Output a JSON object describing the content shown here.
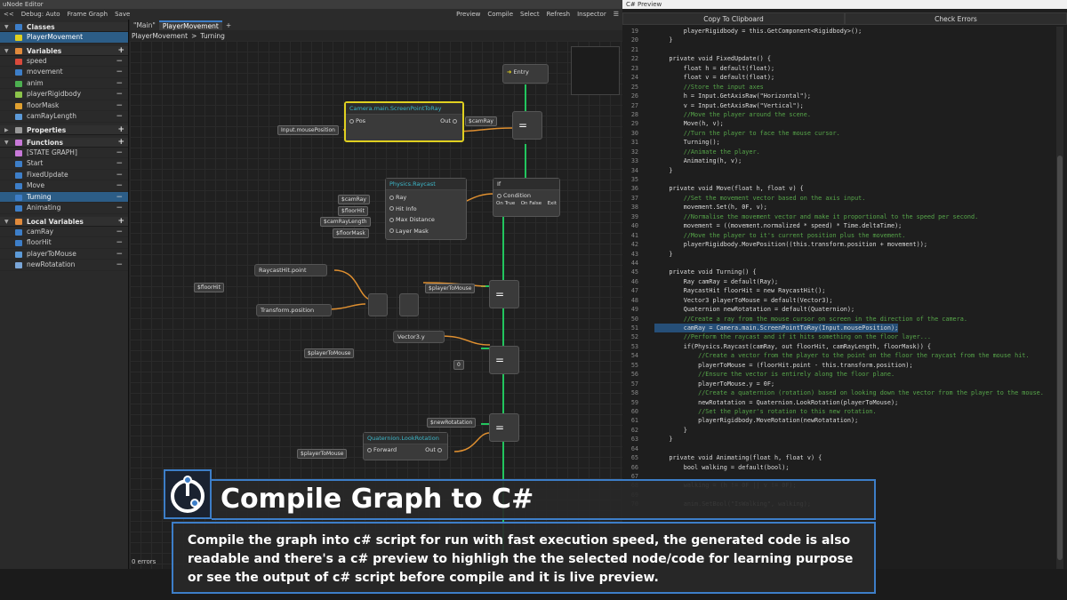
{
  "window": {
    "title": "uNode Editor"
  },
  "toolbar": {
    "collapse": "<<",
    "debug": "Debug: Auto",
    "frame_graph": "Frame Graph",
    "save": "Save",
    "preview": "Preview",
    "compile": "Compile",
    "select": "Select",
    "refresh": "Refresh",
    "inspector": "Inspector",
    "menu_icon": "hamburger-icon"
  },
  "sidebar": {
    "classes": {
      "label": "Classes",
      "items": [
        "PlayerMovement"
      ]
    },
    "variables": {
      "label": "Variables",
      "items": [
        "speed",
        "movement",
        "anim",
        "playerRigidbody",
        "floorMask",
        "camRayLength"
      ]
    },
    "properties": {
      "label": "Properties"
    },
    "functions": {
      "label": "Functions",
      "items": [
        "[STATE GRAPH]",
        "Start",
        "FixedUpdate",
        "Move",
        "Turning",
        "Animating"
      ]
    },
    "local_variables": {
      "label": "Local Variables",
      "items": [
        "camRay",
        "floorHit",
        "playerToMouse",
        "newRotatation"
      ]
    },
    "add": "+",
    "remove": "−"
  },
  "graph": {
    "tabs": [
      "\"Main\"",
      "PlayerMovement",
      "+"
    ],
    "breadcrumb": [
      "PlayerMovement",
      ">",
      "Turning"
    ],
    "errors": "0 errors",
    "nodes": {
      "entry": "Entry",
      "screen_point": "Camera.main.ScreenPointToRay",
      "pos": "Pos",
      "out": "Out",
      "mouse_pos": "Input.mousePosition",
      "camray_pill": "$camRay",
      "raycast": "Physics.Raycast",
      "ray": "Ray",
      "hit_info": "Hit Info",
      "max_distance": "Max Distance",
      "layer_mask": "Layer Mask",
      "raycast_in": [
        "$camRay",
        "$floorHit",
        "$camRayLength",
        "$floorMask"
      ],
      "if": "If",
      "condition": "Condition",
      "on_true": "On True",
      "on_false": "On False",
      "exit": "Exit",
      "raycast_point": "RaycastHit.point",
      "floorhit_pill": "$floorHit",
      "transform_pos": "Transform.position",
      "player_to_mouse": "$playerToMouse",
      "vector_y": "Vector3.y",
      "zero": "0",
      "new_rot": "$newRotatation",
      "look_rotation": "Quaternion.LookRotation",
      "forward": "Forward"
    }
  },
  "preview": {
    "title": "C# Preview",
    "copy": "Copy To Clipboard",
    "check": "Check Errors",
    "lines": [
      {
        "n": "19",
        "t": "        playerRigidbody = this.GetComponent<Rigidbody>();"
      },
      {
        "n": "20",
        "t": "    }"
      },
      {
        "n": "21",
        "t": ""
      },
      {
        "n": "22",
        "t": "    private void FixedUpdate() {"
      },
      {
        "n": "23",
        "t": "        float h = default(float);"
      },
      {
        "n": "24",
        "t": "        float v = default(float);"
      },
      {
        "n": "25",
        "t": "        //Store the input axes",
        "c": true
      },
      {
        "n": "26",
        "t": "        h = Input.GetAxisRaw(\"Horizontal\");"
      },
      {
        "n": "27",
        "t": "        v = Input.GetAxisRaw(\"Vertical\");"
      },
      {
        "n": "28",
        "t": "        //Move the player around the scene.",
        "c": true
      },
      {
        "n": "29",
        "t": "        Move(h, v);"
      },
      {
        "n": "30",
        "t": "        //Turn the player to face the mouse cursor.",
        "c": true
      },
      {
        "n": "31",
        "t": "        Turning();"
      },
      {
        "n": "32",
        "t": "        //Animate the player.",
        "c": true
      },
      {
        "n": "33",
        "t": "        Animating(h, v);"
      },
      {
        "n": "34",
        "t": "    }"
      },
      {
        "n": "35",
        "t": ""
      },
      {
        "n": "36",
        "t": "    private void Move(float h, float v) {"
      },
      {
        "n": "37",
        "t": "        //Set the movement vector based on the axis input.",
        "c": true
      },
      {
        "n": "38",
        "t": "        movement.Set(h, 0F, v);"
      },
      {
        "n": "39",
        "t": "        //Normalise the movement vector and make it proportional to the speed per second.",
        "c": true
      },
      {
        "n": "40",
        "t": "        movement = ((movement.normalized * speed) * Time.deltaTime);"
      },
      {
        "n": "41",
        "t": "        //Move the player to it's current position plus the movement.",
        "c": true
      },
      {
        "n": "42",
        "t": "        playerRigidbody.MovePosition((this.transform.position + movement));"
      },
      {
        "n": "43",
        "t": "    }"
      },
      {
        "n": "44",
        "t": ""
      },
      {
        "n": "45",
        "t": "    private void Turning() {"
      },
      {
        "n": "46",
        "t": "        Ray camRay = default(Ray);"
      },
      {
        "n": "47",
        "t": "        RaycastHit floorHit = new RaycastHit();"
      },
      {
        "n": "48",
        "t": "        Vector3 playerToMouse = default(Vector3);"
      },
      {
        "n": "49",
        "t": "        Quaternion newRotatation = default(Quaternion);"
      },
      {
        "n": "50",
        "t": "        //Create a ray from the mouse cursor on screen in the direction of the camera.",
        "c": true
      },
      {
        "n": "51",
        "t": "        camRay = Camera.main.ScreenPointToRay(Input.mousePosition);",
        "h": true
      },
      {
        "n": "52",
        "t": "        //Perform the raycast and if it hits something on the floor layer...",
        "c": true
      },
      {
        "n": "53",
        "t": "        if(Physics.Raycast(camRay, out floorHit, camRayLength, floorMask)) {"
      },
      {
        "n": "54",
        "t": "            //Create a vector from the player to the point on the floor the raycast from the mouse hit.",
        "c": true
      },
      {
        "n": "55",
        "t": "            playerToMouse = (floorHit.point - this.transform.position);"
      },
      {
        "n": "56",
        "t": "            //Ensure the vector is entirely along the floor plane.",
        "c": true
      },
      {
        "n": "57",
        "t": "            playerToMouse.y = 0F;"
      },
      {
        "n": "58",
        "t": "            //Create a quaternion (rotation) based on looking down the vector from the player to the mouse.",
        "c": true
      },
      {
        "n": "59",
        "t": "            newRotatation = Quaternion.LookRotation(playerToMouse);"
      },
      {
        "n": "60",
        "t": "            //Set the player's rotation to this new rotation.",
        "c": true
      },
      {
        "n": "61",
        "t": "            playerRigidbody.MoveRotation(newRotatation);"
      },
      {
        "n": "62",
        "t": "        }"
      },
      {
        "n": "63",
        "t": "    }"
      },
      {
        "n": "64",
        "t": ""
      },
      {
        "n": "65",
        "t": "    private void Animating(float h, float v) {"
      },
      {
        "n": "66",
        "t": "        bool walking = default(bool);"
      },
      {
        "n": "67",
        "t": ""
      },
      {
        "n": "68",
        "t": "        walking = (h != 0F || v != 0F);"
      },
      {
        "n": "69",
        "t": ""
      },
      {
        "n": "70",
        "t": "        anim.SetBool(\"IsWalking\", walking);"
      }
    ]
  },
  "banner": {
    "title": "Compile Graph to C#",
    "description": "Compile the graph into c# script for run with fast execution speed,  the generated code is also readable and there's a c# preview to highligh the the selected node/code for learning purpose or see the output of c# script before compile and it is live preview.",
    "logo_icon": "unode-logo-icon"
  },
  "colors": {
    "accent": "#3d7ec8",
    "selected": "#2c5d87",
    "comment": "#57a64a",
    "highlight": "#264f78",
    "node_highlight": "#e0d020",
    "flow": "#22c55e",
    "wire": "#e09030"
  }
}
